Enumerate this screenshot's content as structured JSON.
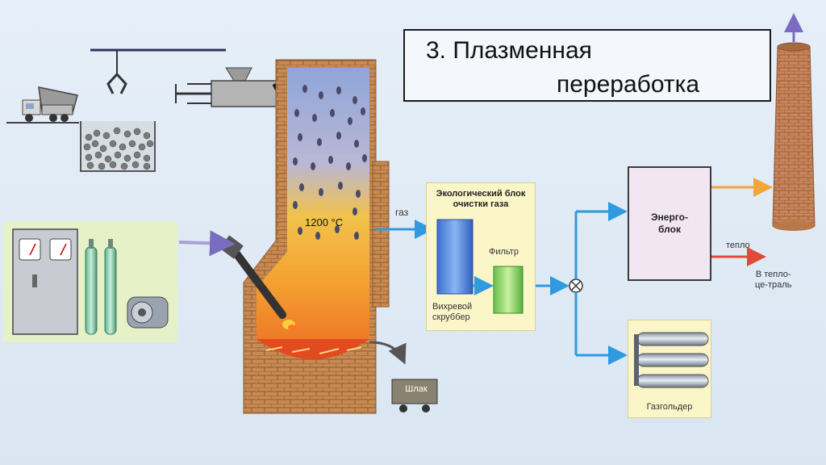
{
  "title": {
    "line1": "3. Плазменная",
    "line2": "переработка"
  },
  "furnace": {
    "temperature": "1200 °C",
    "slag_label": "Шлак"
  },
  "flows": {
    "gas_label": "газ",
    "heat_label": "тепло",
    "heat_destination": "В тепло-\nце-тpаль"
  },
  "eco_block": {
    "title": "Экологический блок очистки газа",
    "scrubber_label": "Вихревой скруббер",
    "filter_label": "Фильтр"
  },
  "energy_block": {
    "label": "Энерго-\nблок"
  },
  "gasholder": {
    "label": "Газгольдер"
  },
  "colors": {
    "gas_flow": "#2f9ae0",
    "heat_flow": "#e04a3a",
    "exhaust_flow": "#f0a63a",
    "brick": "#c98a52",
    "plasma_feed": "#a89fd6"
  }
}
